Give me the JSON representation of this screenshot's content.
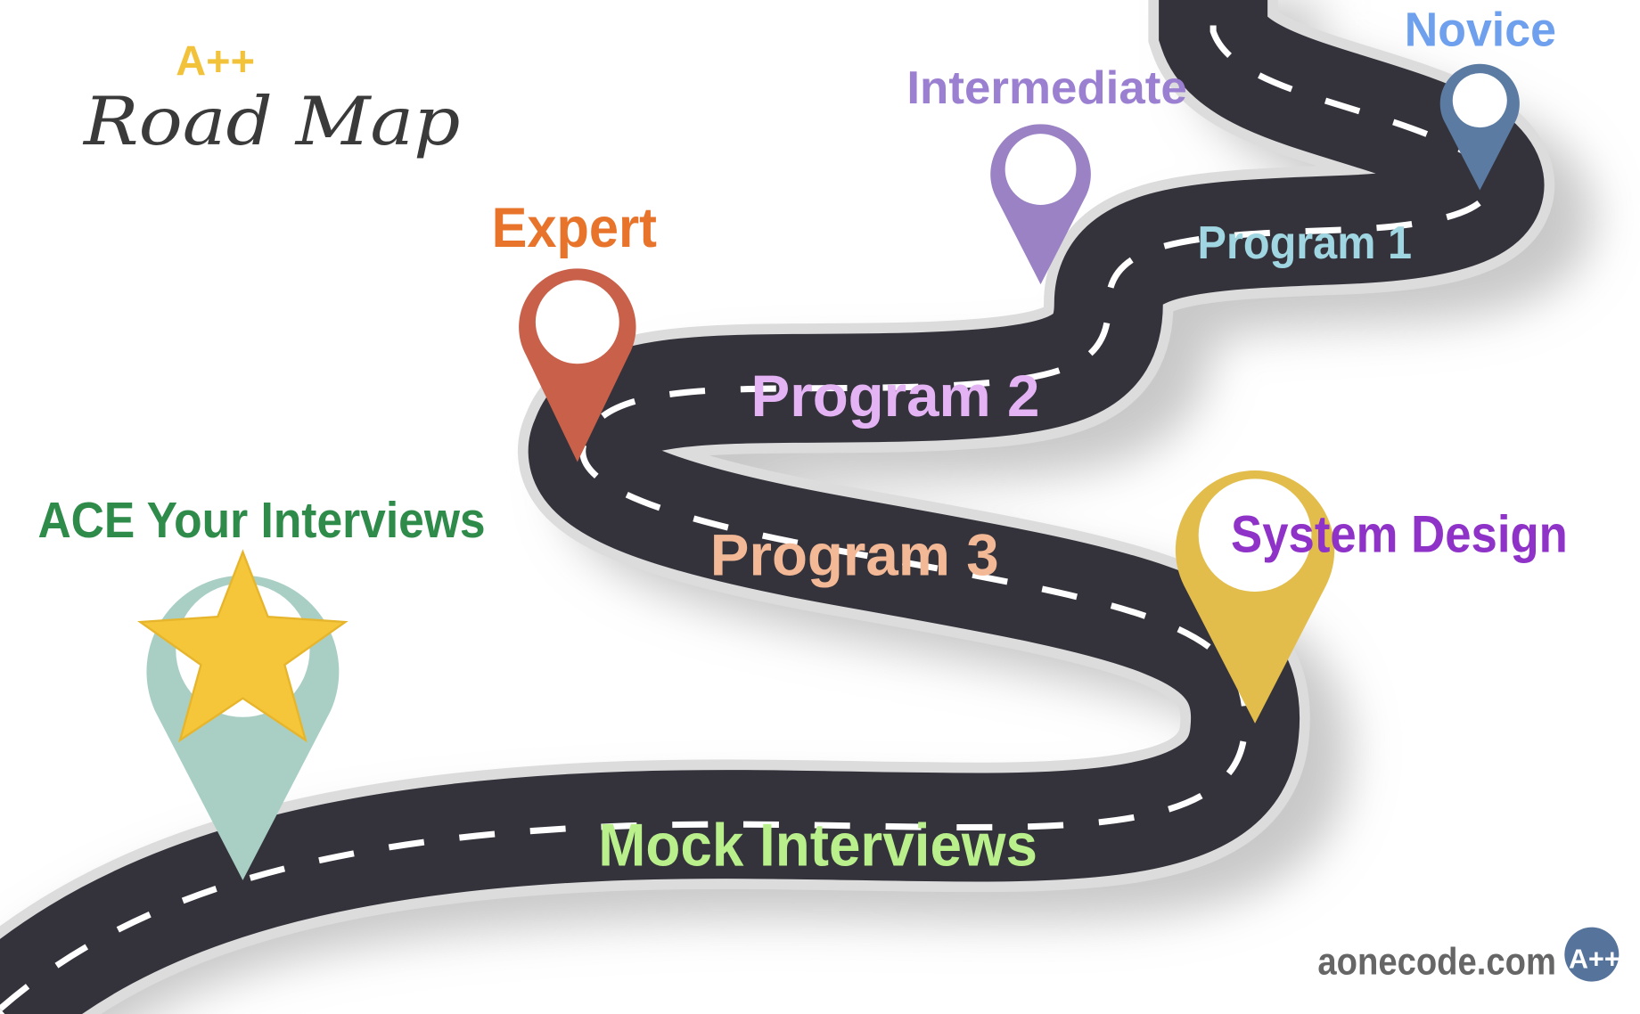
{
  "logo": {
    "badge": "A++",
    "title": "Road Map"
  },
  "milestones": {
    "novice": "Novice",
    "intermediate": "Intermediate",
    "expert": "Expert",
    "system_design": "System Design",
    "ace": "ACE Your Interviews"
  },
  "road_labels": {
    "program1": "Program 1",
    "program2": "Program 2",
    "program3": "Program 3",
    "mock": "Mock Interviews"
  },
  "footer": {
    "site": "aonecode.com",
    "badge": "A++"
  },
  "colors": {
    "road": "#34333b",
    "novice": "#6fa0ee",
    "intermediate": "#9b7fd0",
    "expert": "#e8742c",
    "program1": "#9fd6e2",
    "program2": "#e3b3f3",
    "program3": "#f3b996",
    "system_design": "#8f33c8",
    "ace": "#2e8b4a",
    "mock": "#b9f08c"
  }
}
